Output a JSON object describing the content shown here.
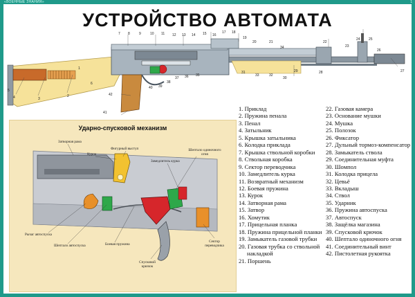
{
  "header": {
    "brand": "«ВОЕННЫЕ ЗНАНИЯ»",
    "page_number": "1",
    "title": "УСТРОЙСТВО АВТОМАТА"
  },
  "main_diagram": {
    "callout_numbers": [
      "1",
      "2",
      "3",
      "4",
      "5",
      "6",
      "7",
      "8",
      "9",
      "10",
      "11",
      "12",
      "13",
      "14",
      "15",
      "16",
      "17",
      "18",
      "19",
      "20",
      "21",
      "22",
      "23",
      "24",
      "25",
      "26",
      "27",
      "28",
      "29",
      "30",
      "31",
      "32",
      "33",
      "34",
      "35",
      "36",
      "37",
      "38",
      "39",
      "40",
      "41",
      "42"
    ]
  },
  "inset": {
    "title": "Ударно-спусковой механизм",
    "labels": {
      "bolt_carrier": "Затворная рама",
      "hammer": "Курок",
      "shaped_tab": "Фигурный выступ",
      "hammer_retarder": "Замедлитель курка",
      "single_fire_sear": "Шептало одиночного огня",
      "auto_lever": "Рычаг автоспуска",
      "auto_sear": "Шептало автоспуска",
      "mainspring": "Боевая пружина",
      "selector_sector": "Сектор переводчика",
      "trigger": "Спусковой крючок"
    }
  },
  "legend": {
    "col1": [
      "1. Приклад",
      "2. Пружина пенала",
      "3. Пенал",
      "4. Затыльник",
      "5. Крышка затыльника",
      "6. Колодка приклада",
      "7. Крышка ствольной коробки",
      "8. Ствольная коробка",
      "9. Сектор переводчика",
      "10. Замедлитель курка",
      "11. Возвратный механизм",
      "12. Боевая пружина",
      "13. Курок",
      "14. Затворная рама",
      "15. Затвор",
      "16. Хомутик",
      "17. Прицельная планка",
      "18. Пружина прицельной планки",
      "19. Замыкатель газовой трубки",
      "20. Газовая трубка со ствольной",
      "накладкой",
      "21. Поршень"
    ],
    "col2": [
      "22. Газовая камера",
      "23. Основание мушки",
      "24. Мушка",
      "25. Полозок",
      "26. Фиксатор",
      "27. Дульный тормоз-компенсатор",
      "28. Замыкатель ствола",
      "29. Соединительная муфта",
      "30. Шомпол",
      "31. Колодка прицела",
      "32. Цевьё",
      "33. Вкладыш",
      "34. Ствол",
      "35. Ударник",
      "36. Пружина автоспуска",
      "37. Автоспуск",
      "38. Защёлка магазина",
      "39. Спусковой крючок",
      "40. Шептало одиночного огня",
      "41. Соединительный винт",
      "42. Пистолетная рукоятка"
    ]
  },
  "colors": {
    "frame": "#1f9a8a",
    "wood": "#f6e29a",
    "metal": "#a8b4be",
    "inset_bg": "#f6e7bd",
    "red": "#d6262b",
    "green": "#2ea84a",
    "yellow": "#f2c230"
  }
}
